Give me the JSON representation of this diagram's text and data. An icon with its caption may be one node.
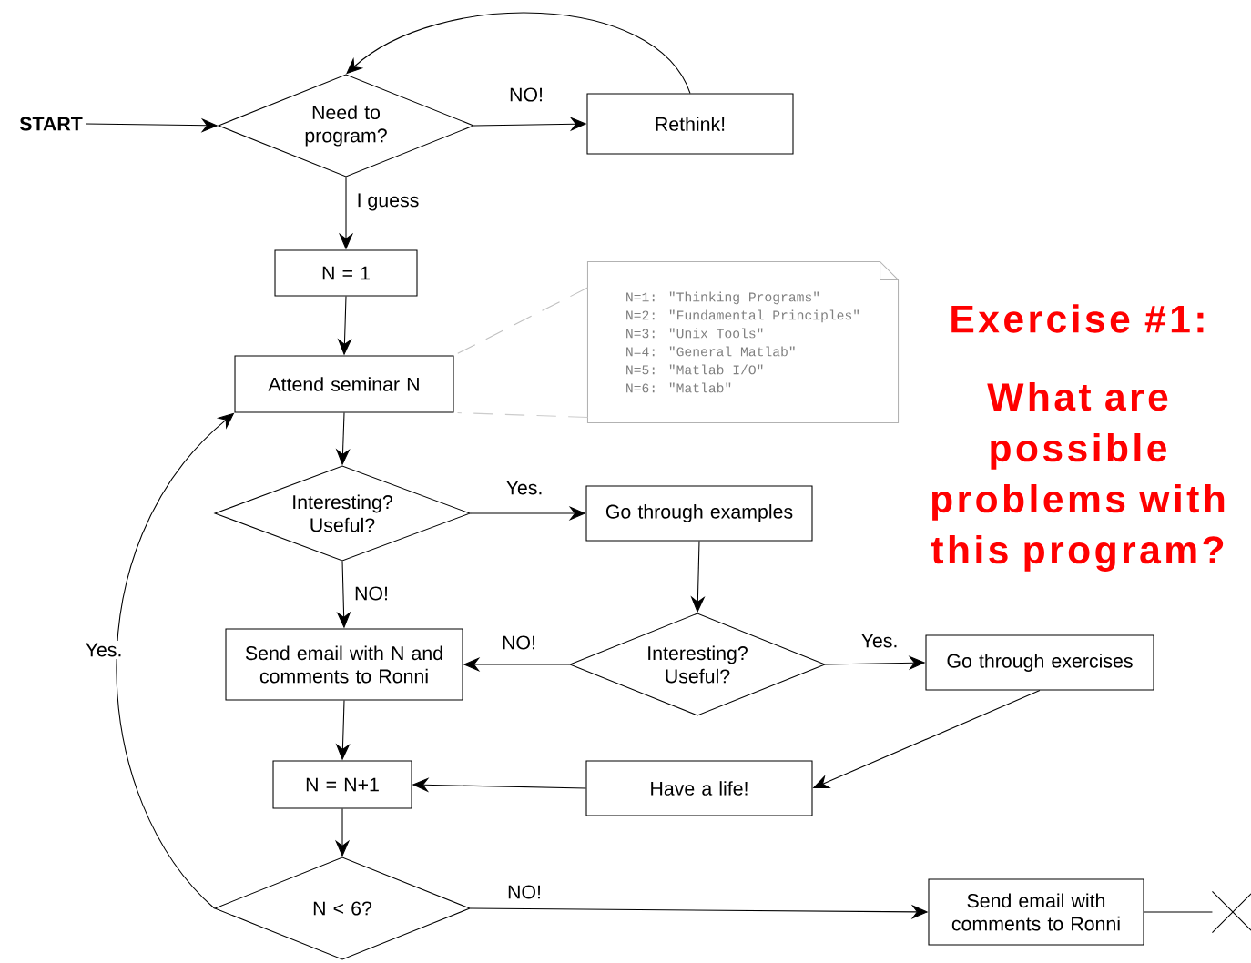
{
  "diagram": {
    "nodes": [
      {
        "text": [
          "START"
        ]
      },
      {
        "text": [
          "Need to program?"
        ]
      },
      {
        "text": [
          "Rethink!"
        ]
      },
      {
        "text": [
          "N = 1"
        ]
      },
      {
        "text": [
          "Attend seminar N"
        ]
      },
      {
        "text": [
          "N=1: \"Thinking Programs\"",
          "N=2: \"Fundamental Principles\"",
          "N=3: \"Unix Tools\"",
          "N=4: \"General Matlab\"",
          "N=5: \"Matlab I/O\"",
          "N=6: \"Matlab\""
        ]
      },
      {
        "text": [
          "Interesting? Useful?"
        ]
      },
      {
        "text": [
          "Go through examples"
        ]
      },
      {
        "text": [
          "Interesting? Useful?"
        ]
      },
      {
        "text": [
          "Send email with N and comments to Ronni"
        ]
      },
      {
        "text": [
          "Go through exercises"
        ]
      },
      {
        "text": [
          "Have a life!"
        ]
      },
      {
        "text": [
          "N = N+1"
        ]
      },
      {
        "text": [
          "N < 6?"
        ]
      },
      {
        "text": [
          "Send email with comments to Ronni"
        ]
      },
      {
        "text": [],
        "shape": "cross"
      }
    ],
    "edges": [
      {
        "from": 0,
        "to": 1,
        "arrow": "to"
      },
      {
        "from": 1,
        "to": 2,
        "arrow": "to",
        "label": "NO!"
      },
      {
        "from": 2,
        "to": 1,
        "arrow": "to"
      },
      {
        "from": 1,
        "to": 3,
        "arrow": "to",
        "label": "I guess"
      },
      {
        "from": 3,
        "to": 4,
        "arrow": "to"
      },
      {
        "from": 5,
        "to": 4,
        "arrow": "none",
        "style": "dashed",
        "color": "#c0c0c0"
      },
      {
        "from": 4,
        "to": 6,
        "arrow": "to"
      },
      {
        "from": 6,
        "to": 7,
        "arrow": "to",
        "label": "Yes."
      },
      {
        "from": 6,
        "to": 9,
        "arrow": "to",
        "label": "NO!"
      },
      {
        "from": 7,
        "to": 8,
        "arrow": "to"
      },
      {
        "from": 8,
        "to": 9,
        "arrow": "to",
        "label": "NO!"
      },
      {
        "from": 8,
        "to": 10,
        "arrow": "to",
        "label": "Yes."
      },
      {
        "from": 10,
        "to": 11,
        "arrow": "to"
      },
      {
        "from": 11,
        "to": 12,
        "arrow": "to"
      },
      {
        "from": 9,
        "to": 12,
        "arrow": "to"
      },
      {
        "from": 12,
        "to": 13,
        "arrow": "to"
      },
      {
        "from": 13,
        "to": 14,
        "arrow": "to",
        "label": "NO!"
      },
      {
        "from": 13,
        "to": 4,
        "arrow": "to",
        "label": "Yes."
      },
      {
        "from": 14,
        "to": 15,
        "arrow": "none"
      }
    ],
    "labels": [
      "Exercise #1:",
      "What are possible problems with this program?"
    ]
  }
}
